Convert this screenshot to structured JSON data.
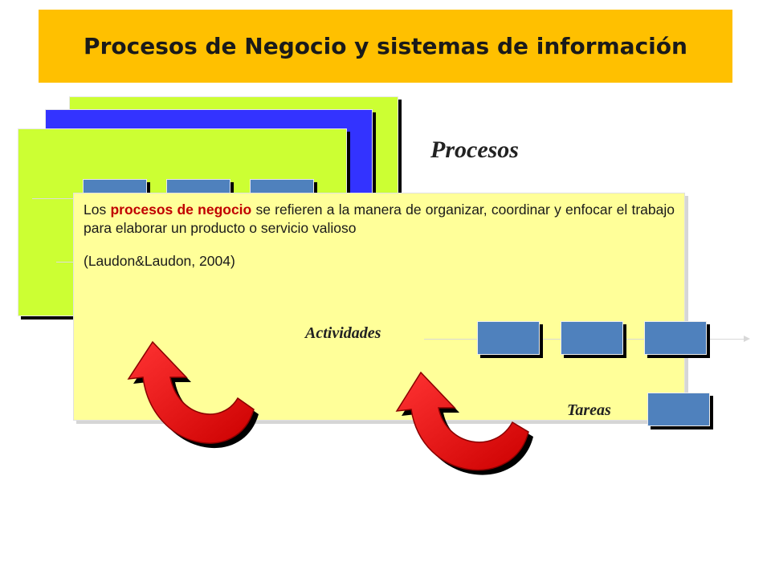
{
  "title": "Procesos de Negocio y sistemas de información",
  "labels": {
    "procesos": "Procesos",
    "actividades": "Actividades",
    "tareas": "Tareas"
  },
  "definition": {
    "before": "Los ",
    "highlight": "procesos de negocio",
    "after": " se refieren a la manera de organizar, coordinar y enfocar el trabajo para elaborar un producto o servicio valioso",
    "reference": "(Laudon&Laudon, 2004)"
  },
  "colors": {
    "title_bg": "#FFC000",
    "panel_green": "#CCFF33",
    "panel_blue": "#3333FF",
    "box_blue": "#4F81BD",
    "info_bg": "#FFFF99",
    "highlight": "#C00000",
    "arrow_red": "#E00000"
  }
}
